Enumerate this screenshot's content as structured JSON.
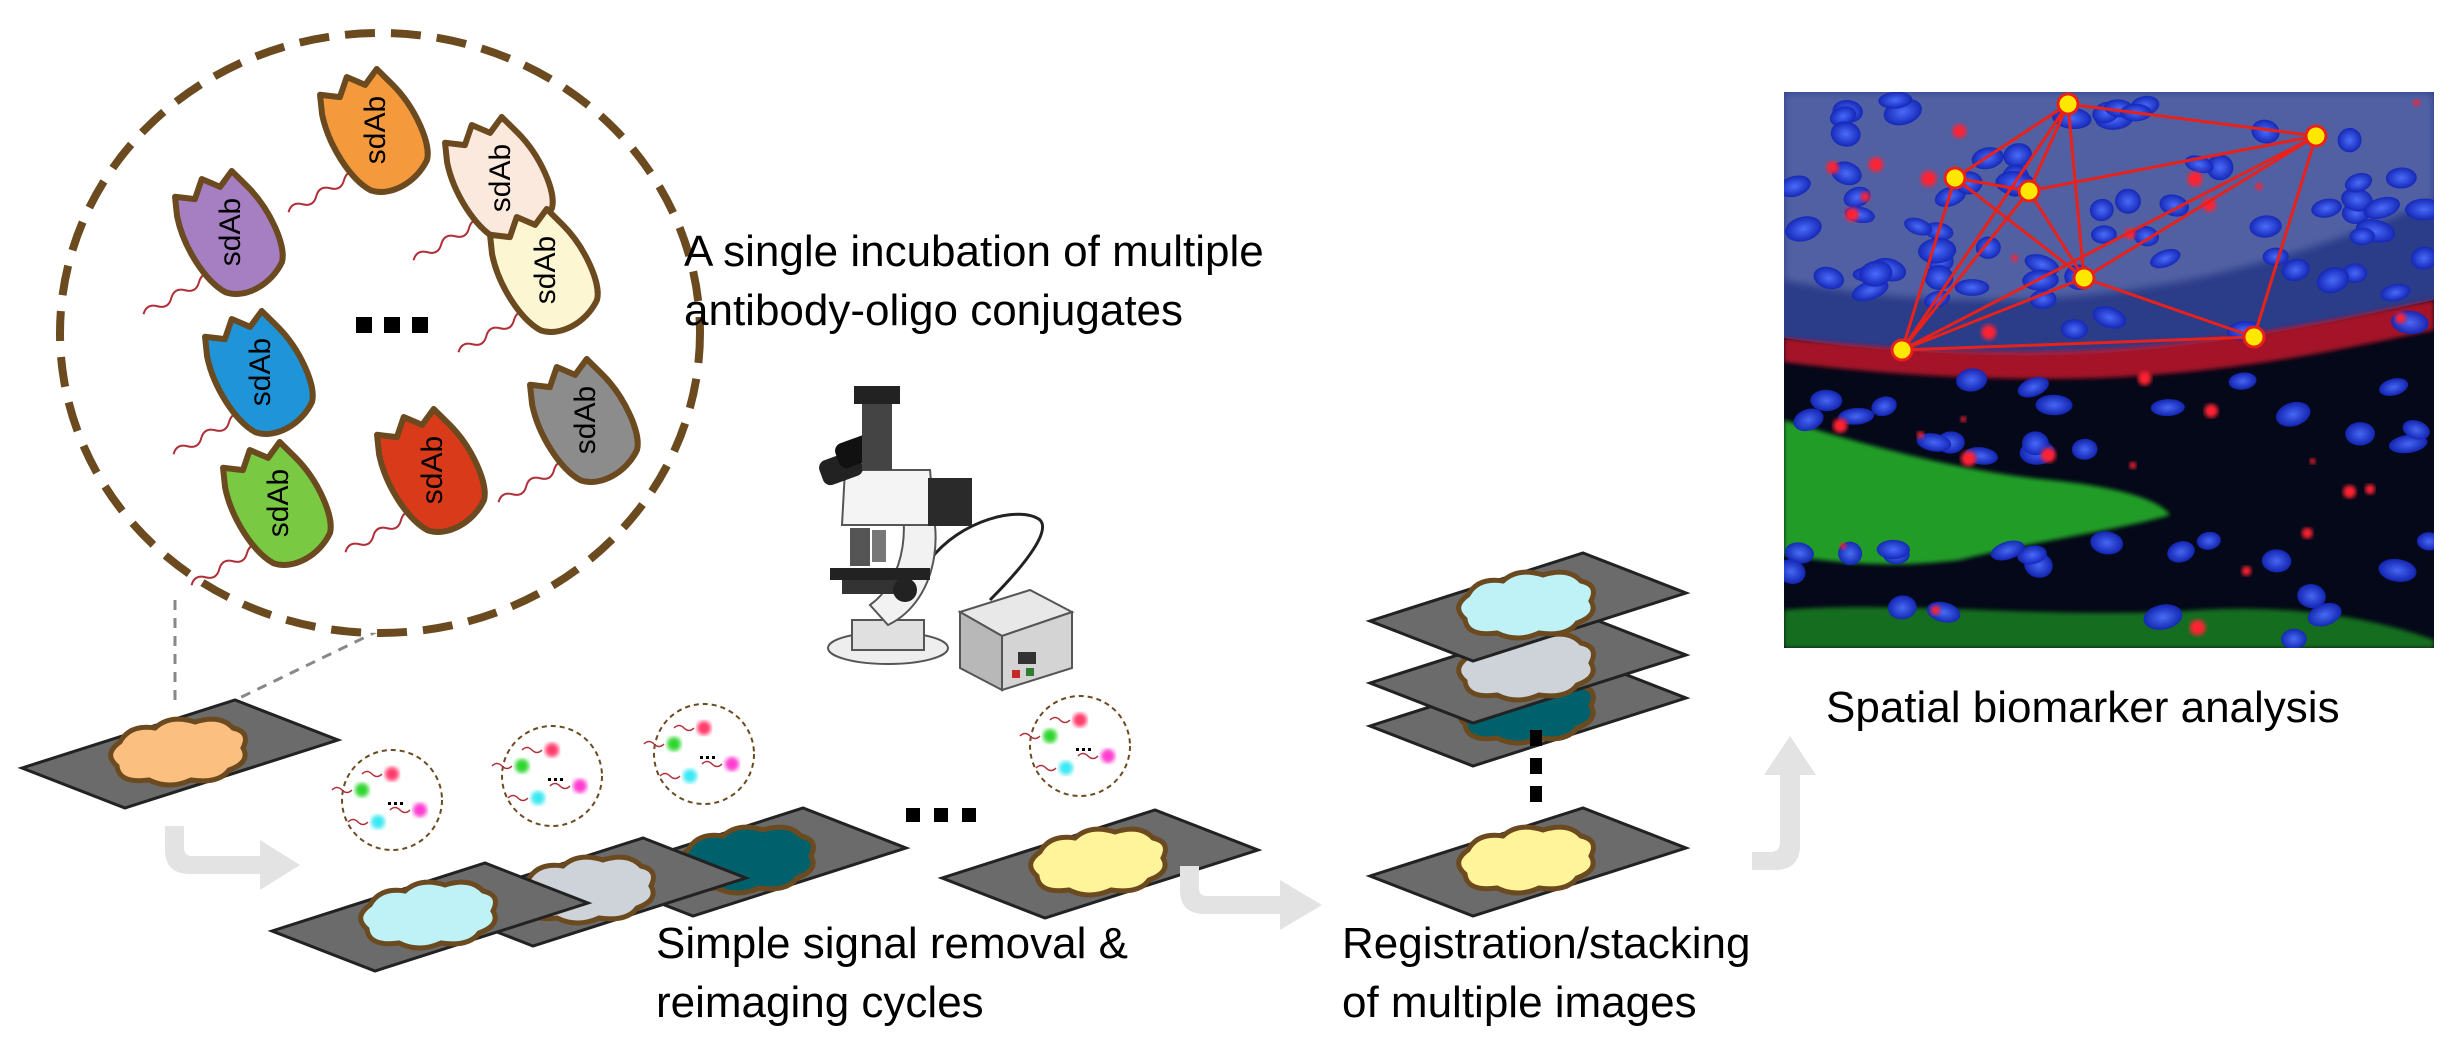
{
  "antibody_label": "sdAb",
  "captions": {
    "incubation": [
      "A single incubation of multiple",
      "antibody-oligo conjugates"
    ],
    "cycles": [
      "Simple signal removal &",
      "reimaging cycles"
    ],
    "registration": [
      "Registration/stacking",
      "of multiple images"
    ],
    "analysis": [
      "Spatial biomarker analysis"
    ]
  },
  "colors": {
    "antibody_fills": [
      "#f59a3c",
      "#fbe9dd",
      "#a67fc2",
      "#fdf6d3",
      "#1f94d8",
      "#8c8c8c",
      "#7ac943",
      "#d93a1a"
    ],
    "outline": "#6b4a1f",
    "tissue_cycle_fills": [
      "#bff2f7",
      "#cdd3d9",
      "#00606b",
      "#fff49a"
    ],
    "network": "#e8221a",
    "node": "#ffe800",
    "arrow": "#e3e3e3",
    "slide": "#6b6b6b"
  }
}
